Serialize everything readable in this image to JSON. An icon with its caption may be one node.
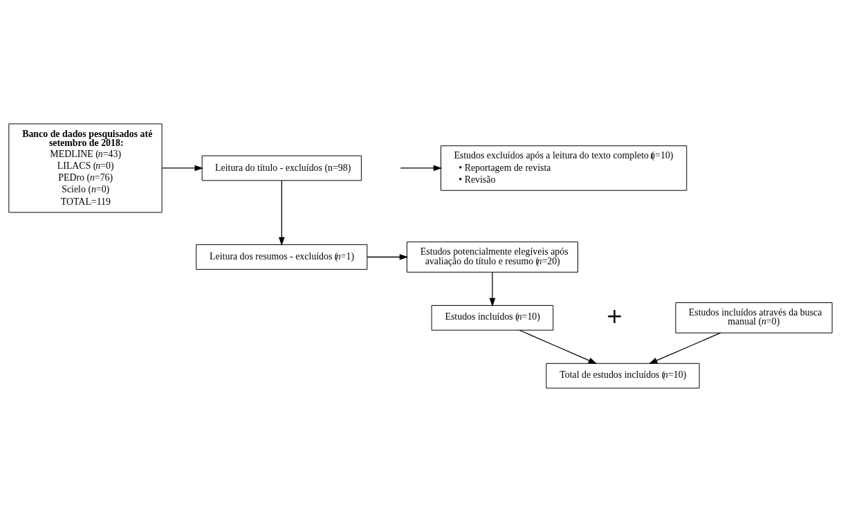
{
  "diagram": {
    "nodes": [
      {
        "text": [
          "Banco de dados pesquisados até setembro de 2018:",
          "MEDLINE (*n*=43)",
          "LILACS (*n*=0)",
          "PEDro (*n*=76)",
          "Scielo (*n*=0)",
          "TOTAL=119"
        ]
      },
      {
        "text": [
          "Leitura do título - excluídos (n=98)"
        ]
      },
      {
        "text": [
          "Leitura dos resumos - excluídos (*n*=1)"
        ]
      },
      {
        "text": [
          "Estudos potencialmente elegíveis após avaliação do título e resumo (*n*=20)"
        ]
      },
      {
        "text": [
          "Estudos excluídos após a leitura do texto completo (*n*=10)",
          "• Reportagem de revista",
          "• Revisão"
        ]
      },
      {
        "text": [
          "Estudos incluídos (*n*=10)"
        ]
      },
      {
        "text": [
          "Estudos incluídos através da busca manual (*n*=0)"
        ]
      },
      {
        "text": [
          "Total de estudos incluídos (*n*=10)"
        ]
      }
    ],
    "edges": [
      {
        "from": 0,
        "to": 1,
        "arrow": "to"
      },
      {
        "from": 1,
        "to": 2,
        "arrow": "to"
      },
      {
        "from": 2,
        "to": 3,
        "arrow": "to"
      },
      {
        "from": 3,
        "to": 5,
        "arrow": "to"
      },
      {
        "from": null,
        "to": 4,
        "arrow": "to"
      },
      {
        "from": 5,
        "to": 7,
        "arrow": "to"
      },
      {
        "from": 6,
        "to": 7,
        "arrow": "to"
      }
    ],
    "labels": [
      "+"
    ]
  }
}
